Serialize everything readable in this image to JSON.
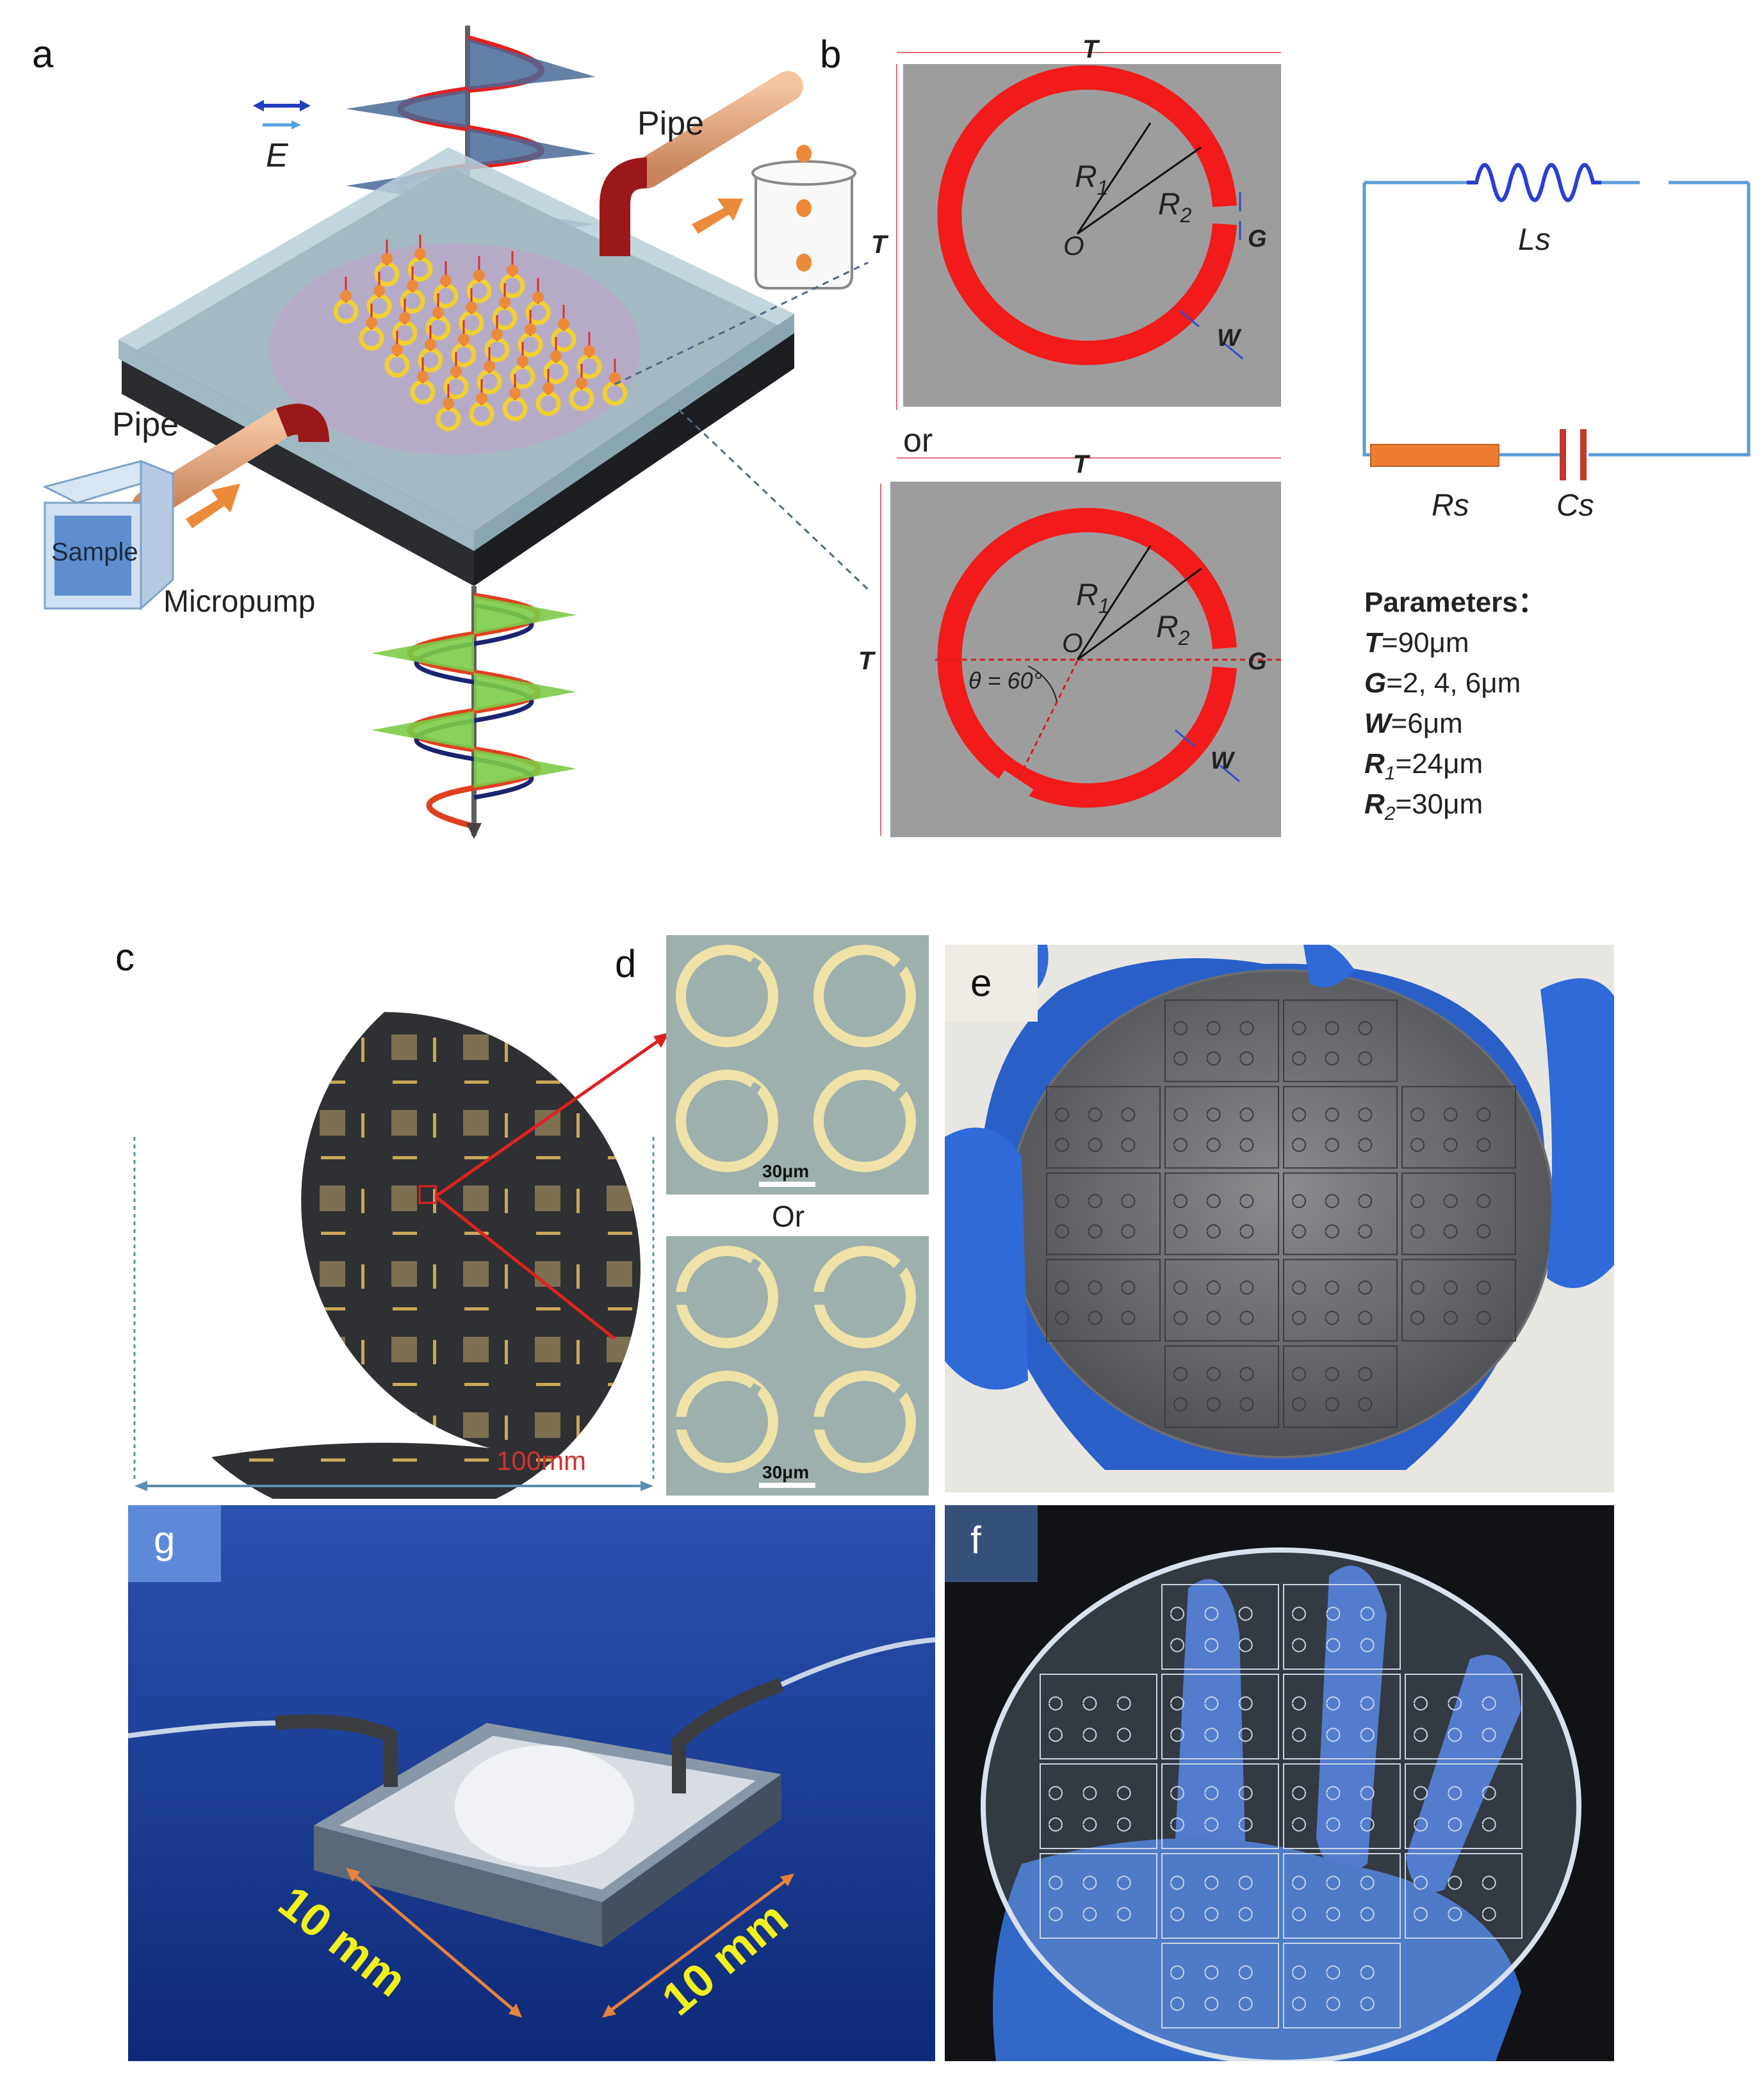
{
  "panel_a": {
    "label": "a",
    "pipe_top": "Pipe",
    "pipe_left": "Pipe",
    "sample": "Sample",
    "micropump": "Micropump",
    "field": "E"
  },
  "panel_b": {
    "label": "b",
    "or": "or",
    "T": "T",
    "R1": "R",
    "R2": "R",
    "sub1": "1",
    "sub2": "2",
    "O": "O",
    "G": "G",
    "W": "W",
    "theta": "θ = 60°",
    "circuit": {
      "Ls": "Ls",
      "Rs": "Rs",
      "Cs": "Cs"
    },
    "parameters": {
      "title": "Parameters：",
      "items": [
        {
          "sym": "T",
          "sub": "",
          "val": "=90μm"
        },
        {
          "sym": "G",
          "sub": "",
          "val": "=2, 4, 6μm"
        },
        {
          "sym": "W",
          "sub": "",
          "val": "=6μm"
        },
        {
          "sym": "R",
          "sub": "1",
          "val": "=24μm"
        },
        {
          "sym": "R",
          "sub": "2",
          "val": "=30μm"
        }
      ]
    }
  },
  "panel_c": {
    "label": "c",
    "scale": "100mm"
  },
  "panel_d": {
    "label": "d",
    "or": "Or",
    "scale1": "30μm",
    "scale2": "30μm"
  },
  "panel_e": {
    "label": "e"
  },
  "panel_f": {
    "label": "f"
  },
  "panel_g": {
    "label": "g",
    "dim1": "10 mm",
    "dim2": "10 mm"
  },
  "colors": {
    "ring": "#f21a1a",
    "substrate": "#9d9d9d",
    "circuit_line": "#5b9bd5",
    "resistor": "#ed7d31",
    "capacitor": "#c0392b",
    "glove": "#2a64c8",
    "wafer": "#2e3033",
    "gold": "#e8dca0"
  }
}
